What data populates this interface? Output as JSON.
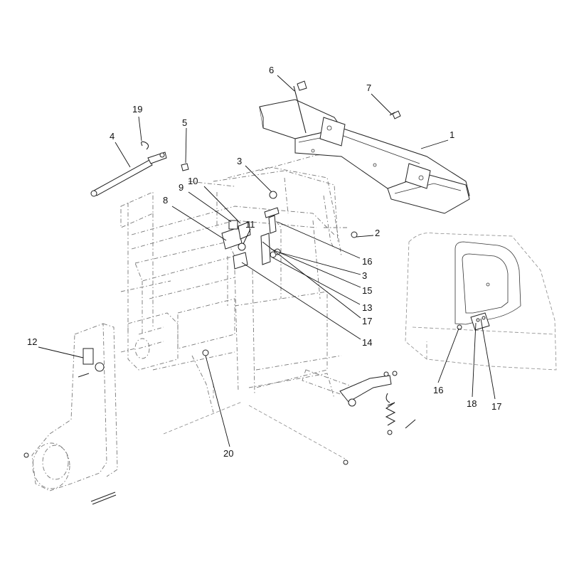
{
  "callouts": [
    {
      "label": "1"
    },
    {
      "label": "2"
    },
    {
      "label": "3"
    },
    {
      "label": "3"
    },
    {
      "label": "4"
    },
    {
      "label": "5"
    },
    {
      "label": "6"
    },
    {
      "label": "7"
    },
    {
      "label": "8"
    },
    {
      "label": "9"
    },
    {
      "label": "10"
    },
    {
      "label": "11"
    },
    {
      "label": "12"
    },
    {
      "label": "13"
    },
    {
      "label": "14"
    },
    {
      "label": "15"
    },
    {
      "label": "16"
    },
    {
      "label": "16"
    },
    {
      "label": "17"
    },
    {
      "label": "17"
    },
    {
      "label": "18"
    },
    {
      "label": "19"
    },
    {
      "label": "20"
    }
  ]
}
